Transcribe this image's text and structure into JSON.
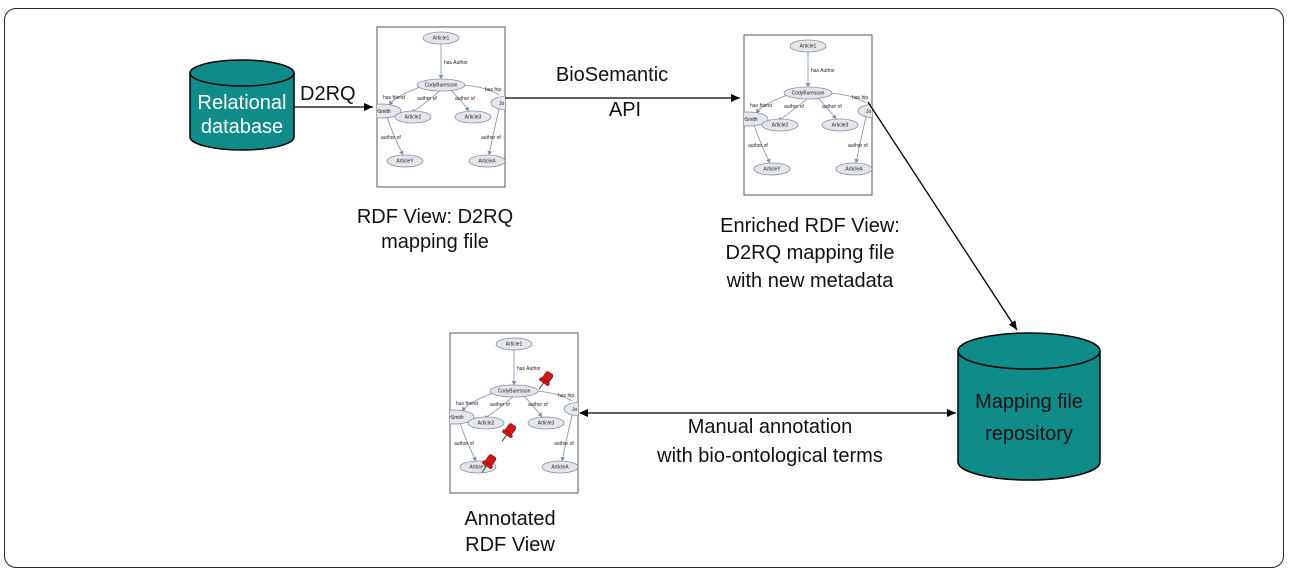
{
  "colors": {
    "cylinder_fill": "#0f8c8a",
    "cylinder_stroke": "#000000",
    "arrow": "#000000",
    "node_fill": "#e6e6ea",
    "node_stroke": "#7d90a8",
    "pin": "#d01818"
  },
  "relational_db": {
    "line1": "Relational",
    "line2": "database"
  },
  "arrow_d2rq": {
    "label": "D2RQ"
  },
  "arrow_api": {
    "line1": "BioSemantic",
    "line2": "API"
  },
  "rdf_view": {
    "line1": "RDF View: D2RQ",
    "line2": "mapping file"
  },
  "enriched_view": {
    "line1": "Enriched RDF View:",
    "line2": "D2RQ mapping file",
    "line3": "with new metadata"
  },
  "annotated_view": {
    "line1": "Annotated",
    "line2": "RDF View"
  },
  "repository": {
    "line1": "Mapping file",
    "line2": "repository"
  },
  "arrow_annotation": {
    "line1": "Manual annotation",
    "line2": "with bio-ontological terms"
  },
  "graph": {
    "nodes": {
      "article1": "Article1",
      "cody": "CodyBuresson",
      "smith": "ySmith",
      "article2": "Article2",
      "article3": "Article3",
      "articley": "ArticleY",
      "articlea": "ArticleA",
      "cut": "Jo"
    },
    "edges": {
      "has_author": "has Author",
      "has_friend": "has friend",
      "author_of": "author of",
      "has_hip": "has hip"
    }
  }
}
